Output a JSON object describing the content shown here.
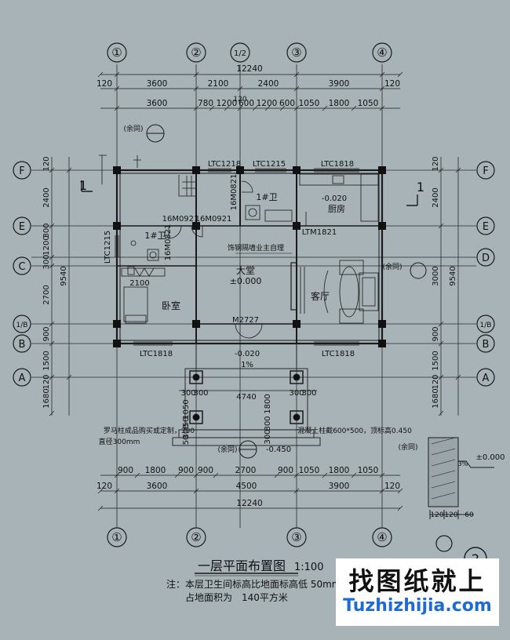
{
  "axes": {
    "columns": [
      "①",
      "②",
      "1/2",
      "③",
      "④"
    ],
    "rows": [
      "F",
      "E",
      "D",
      "C",
      "1/B",
      "B",
      "A"
    ]
  },
  "dims": {
    "top_total": "12240",
    "top_row1": [
      "120",
      "3600",
      "2100",
      "2400",
      "3900",
      "120"
    ],
    "top_row2": [
      "3600",
      "780",
      "1200",
      "600",
      "1200",
      "600",
      "1050",
      "1800",
      "1050"
    ],
    "top_120": "120",
    "bottom_row1": [
      "900",
      "1800",
      "900",
      "900",
      "2700",
      "900",
      "1050",
      "1800",
      "1050"
    ],
    "bottom_row2": [
      "120",
      "3600",
      "4500",
      "3900",
      "120"
    ],
    "bottom_total": "12240",
    "left": [
      "120",
      "2400",
      "300",
      "1200",
      "300",
      "2700",
      "900",
      "1500",
      "120",
      "1680"
    ],
    "left_total": "9540",
    "right": [
      "120",
      "2400",
      "3000",
      "900",
      "1500",
      "120",
      "1680"
    ],
    "right_total": "9540",
    "porch": [
      "300",
      "300",
      "4740",
      "300",
      "300",
      "1800",
      "300",
      "300",
      "1050",
      "50",
      "300",
      "50"
    ]
  },
  "labels": {
    "win_ltc1218": "LTC1218",
    "win_ltc1215_top": "LTC1215",
    "win_ltc1818_top": "LTC1818",
    "win_ltc1215_left": "LTC1215",
    "win_ltc1818_bl": "LTC1818",
    "win_ltc1818_br": "LTC1818",
    "door_16m0821_a": "16M0821",
    "door_16m0921_a": "16M0921",
    "door_16m0921_b": "16M0921",
    "door_16m0821_b": "16M0821",
    "door_ltm1821": "LTM1821",
    "door_m2727": "M2727",
    "bath_a": "1#卫",
    "bath_b": "1#卫",
    "kitchen": "厨房",
    "kitchen_elev": "-0.020",
    "hall": "大堂",
    "hall_elev": "±0.000",
    "living": "客厅",
    "bedroom": "卧室",
    "dim_2100": "2100",
    "partition_note": "饰钢隔墙业主自理",
    "porch_elev": "-0.020",
    "porch_slope": "1%",
    "step_elev": "-0.450",
    "column_note": "罗马柱成品购买或定制，300",
    "column_dia": "直径300mm",
    "concrete_note": "混凝土柱截600*500，顶标高0.450",
    "ref_mark": "(余同)",
    "detail_elev": "±0.000",
    "detail_dims": [
      "120",
      "120",
      "60"
    ],
    "detail_tag": "2",
    "detail_pct": "3%",
    "section_1": "1"
  },
  "title": {
    "main": "一层平面布置图",
    "scale": "1:100",
    "note_line1": "注：本层卫生间标高比地面标高低 50mm",
    "note_line2": "占地面积为　140平方米"
  },
  "watermark": {
    "cn": "找图纸就上",
    "en": "Tuzhizhijia.com"
  },
  "colors": {
    "background": "#a7b3b7",
    "line": "#1b1b1b",
    "watermark_blue": "#1d6bd6"
  }
}
